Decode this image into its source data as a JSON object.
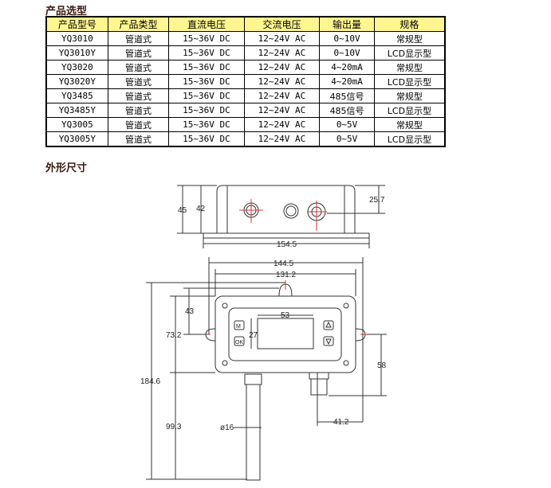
{
  "section1_title": "产品选型",
  "section2_title": "外形尺寸",
  "table": {
    "headers": [
      "产品型号",
      "产品类型",
      "直流电压",
      "交流电压",
      "输出量",
      "规格"
    ],
    "rows": [
      [
        "YQ3010",
        "管道式",
        "15~36V DC",
        "12~24V AC",
        "0~10V",
        "常规型"
      ],
      [
        "YQ3010Y",
        "管道式",
        "15~36V DC",
        "12~24V AC",
        "0~10V",
        "LCD显示型"
      ],
      [
        "YQ3020",
        "管道式",
        "15~36V DC",
        "12~24V AC",
        "4~20mA",
        "常规型"
      ],
      [
        "YQ3020Y",
        "管道式",
        "15~36V DC",
        "12~24V AC",
        "4~20mA",
        "LCD显示型"
      ],
      [
        "YQ3485",
        "管道式",
        "15~36V DC",
        "12~24V AC",
        "485信号",
        "常规型"
      ],
      [
        "YQ3485Y",
        "管道式",
        "15~36V DC",
        "12~24V AC",
        "485信号",
        "LCD显示型"
      ],
      [
        "YQ3005",
        "管道式",
        "15~36V DC",
        "12~24V AC",
        "0~5V",
        "常规型"
      ],
      [
        "YQ3005Y",
        "管道式",
        "15~36V DC",
        "12~24V AC",
        "0~5V",
        "LCD显示型"
      ]
    ]
  },
  "dims": {
    "d45": "45",
    "d42": "42",
    "d257": "25.7",
    "d1545": "154.5",
    "d1445": "144.5",
    "d1312": "131.2",
    "d43": "43",
    "d732": "73.2",
    "d53": "53",
    "d27": "27",
    "d58": "58",
    "d1846": "184.6",
    "d993": "99.3",
    "d16": "ø16",
    "d412": "41.2"
  },
  "buttons": {
    "menu": "M",
    "ok": "OK"
  }
}
